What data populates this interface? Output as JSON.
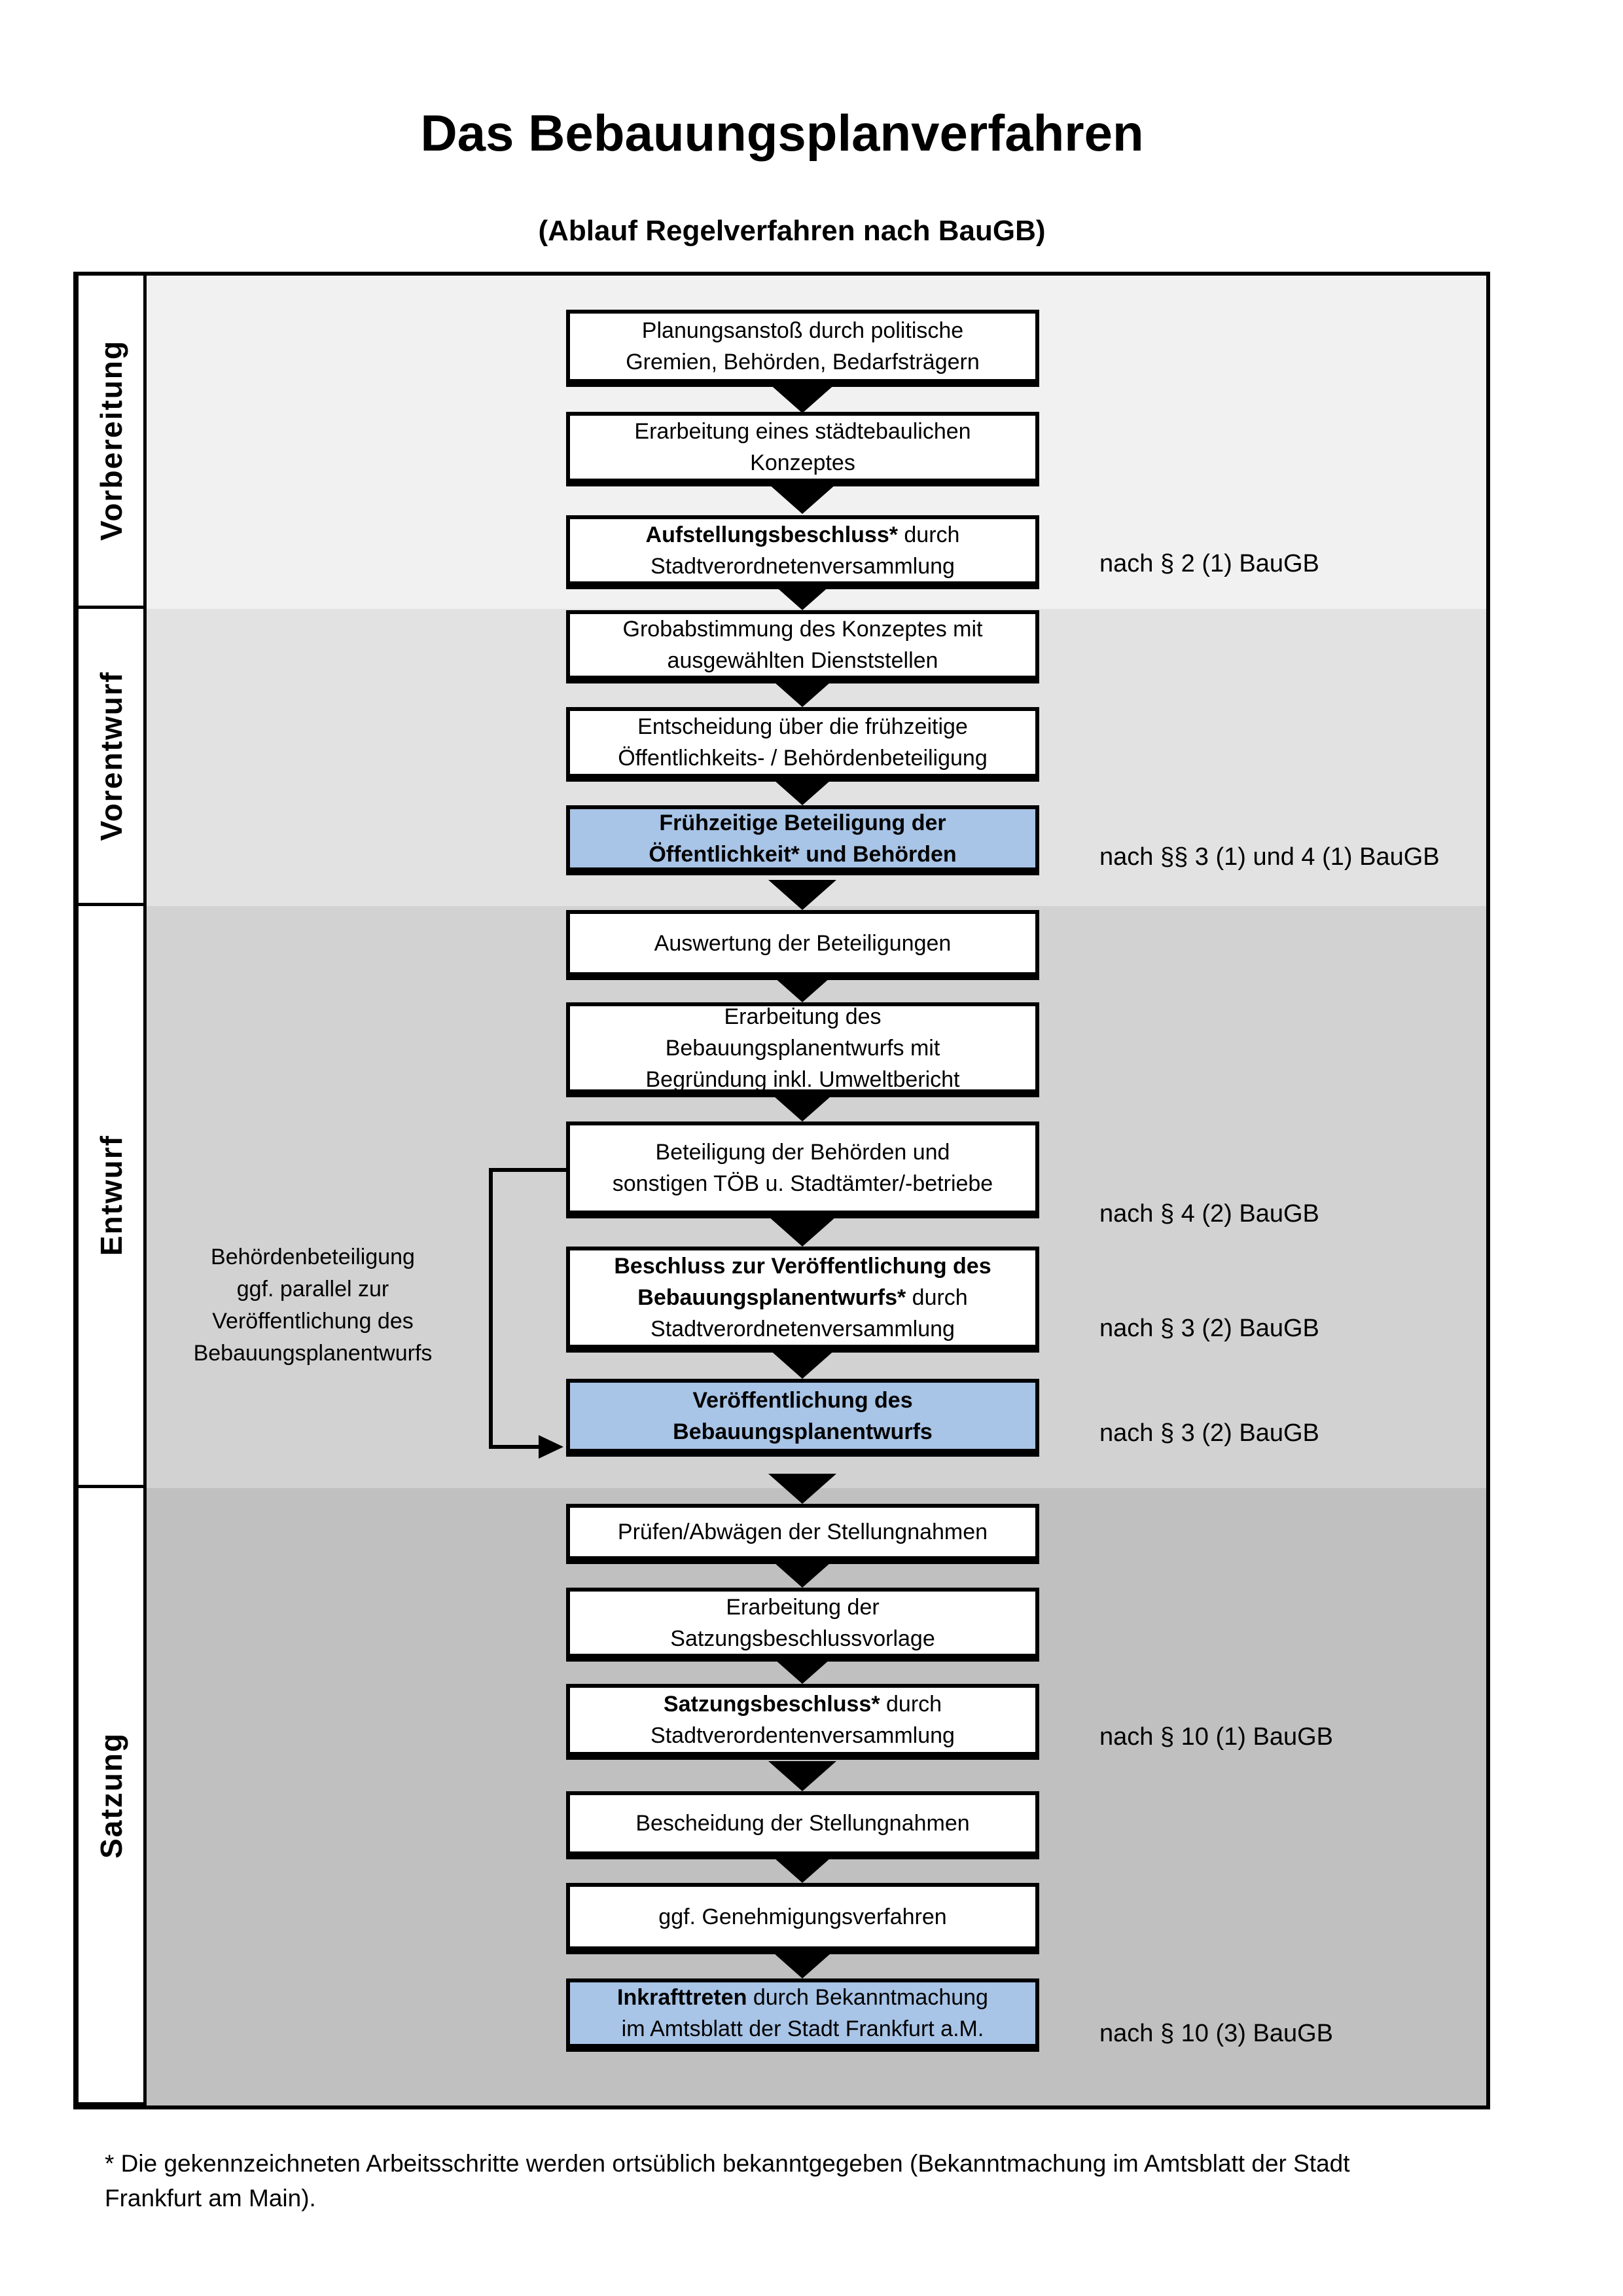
{
  "title": "Das Bebauungsplanverfahren",
  "subtitle": "(Ablauf Regelverfahren nach BauGB)",
  "phases": [
    {
      "label": "Vorbereitung"
    },
    {
      "label": "Vorentwurf"
    },
    {
      "label": "Entwurf"
    },
    {
      "label": "Satzung"
    }
  ],
  "steps": [
    {
      "highlight": false,
      "lines": [
        {
          "b": "",
          "r": "Planungsanstoß durch politische"
        },
        {
          "b": "",
          "r": "Gremien, Behörden, Bedarfsträgern"
        }
      ]
    },
    {
      "highlight": false,
      "lines": [
        {
          "b": "",
          "r": "Erarbeitung eines städtebaulichen"
        },
        {
          "b": "",
          "r": "Konzeptes"
        }
      ]
    },
    {
      "highlight": false,
      "lines": [
        {
          "b": "Aufstellungsbeschluss*",
          "r": " durch"
        },
        {
          "b": "",
          "r": "Stadtverordnetenversammlung"
        }
      ]
    },
    {
      "highlight": false,
      "lines": [
        {
          "b": "",
          "r": "Grobabstimmung des Konzeptes mit"
        },
        {
          "b": "",
          "r": "ausgewählten Dienststellen"
        }
      ]
    },
    {
      "highlight": false,
      "lines": [
        {
          "b": "",
          "r": "Entscheidung über die frühzeitige"
        },
        {
          "b": "",
          "r": "Öffentlichkeits- / Behördenbeteiligung"
        }
      ]
    },
    {
      "highlight": true,
      "lines": [
        {
          "b": "Frühzeitige Beteiligung der",
          "r": ""
        },
        {
          "b": "Öffentlichkeit* und Behörden",
          "r": ""
        }
      ]
    },
    {
      "highlight": false,
      "lines": [
        {
          "b": "",
          "r": "Auswertung der Beteiligungen"
        }
      ]
    },
    {
      "highlight": false,
      "lines": [
        {
          "b": "",
          "r": "Erarbeitung des"
        },
        {
          "b": "",
          "r": "Bebauungsplanentwurfs mit"
        },
        {
          "b": "",
          "r": "Begründung inkl. Umweltbericht"
        }
      ]
    },
    {
      "highlight": false,
      "lines": [
        {
          "b": "",
          "r": "Beteiligung der Behörden und"
        },
        {
          "b": "",
          "r": "sonstigen TÖB u. Stadtämter/-betriebe"
        }
      ]
    },
    {
      "highlight": false,
      "lines": [
        {
          "b": "Beschluss zur Veröffentlichung des",
          "r": ""
        },
        {
          "b": "Bebauungsplanentwurfs*",
          "r": " durch"
        },
        {
          "b": "",
          "r": "Stadtverordnetenversammlung"
        }
      ]
    },
    {
      "highlight": true,
      "lines": [
        {
          "b": "Veröffentlichung des",
          "r": ""
        },
        {
          "b": "Bebauungsplanentwurfs",
          "r": ""
        }
      ]
    },
    {
      "highlight": false,
      "lines": [
        {
          "b": "",
          "r": "Prüfen/Abwägen der Stellungnahmen"
        }
      ]
    },
    {
      "highlight": false,
      "lines": [
        {
          "b": "",
          "r": "Erarbeitung der"
        },
        {
          "b": "",
          "r": "Satzungsbeschlussvorlage"
        }
      ]
    },
    {
      "highlight": false,
      "lines": [
        {
          "b": "Satzungsbeschluss*",
          "r": " durch"
        },
        {
          "b": "",
          "r": "Stadtverordentenversammlung"
        }
      ]
    },
    {
      "highlight": false,
      "lines": [
        {
          "b": "",
          "r": "Bescheidung der Stellungnahmen"
        }
      ]
    },
    {
      "highlight": false,
      "lines": [
        {
          "b": "",
          "r": "ggf. Genehmigungsverfahren"
        }
      ]
    },
    {
      "highlight": true,
      "lines": [
        {
          "b": "Inkrafttreten",
          "r": " durch Bekanntmachung"
        },
        {
          "b": "",
          "r": "im Amtsblatt der Stadt Frankfurt a.M."
        }
      ]
    }
  ],
  "refs": [
    "nach § 2 (1) BauGB",
    "nach §§ 3 (1) und 4 (1) BauGB",
    "nach § 4 (2) BauGB",
    "nach § 3 (2) BauGB",
    "nach § 3 (2) BauGB",
    "nach § 10 (1) BauGB",
    "nach § 10 (3) BauGB"
  ],
  "annotation": {
    "lines": [
      "Behördenbeteiligung",
      "ggf. parallel zur",
      "Veröffentlichung des",
      "Bebauungsplanentwurfs"
    ]
  },
  "footnote": "* Die gekennzeichneten Arbeitsschritte werden ortsüblich bekanntgegeben (Bekanntmachung im Amtsblatt  der Stadt\nFrankfurt am Main).",
  "colors": {
    "highlight": "#a8c4e6",
    "band_1": "#f1f1f1",
    "band_2": "#e2e2e2",
    "band_3": "#d2d2d2",
    "band_4": "#c0c0c0"
  }
}
